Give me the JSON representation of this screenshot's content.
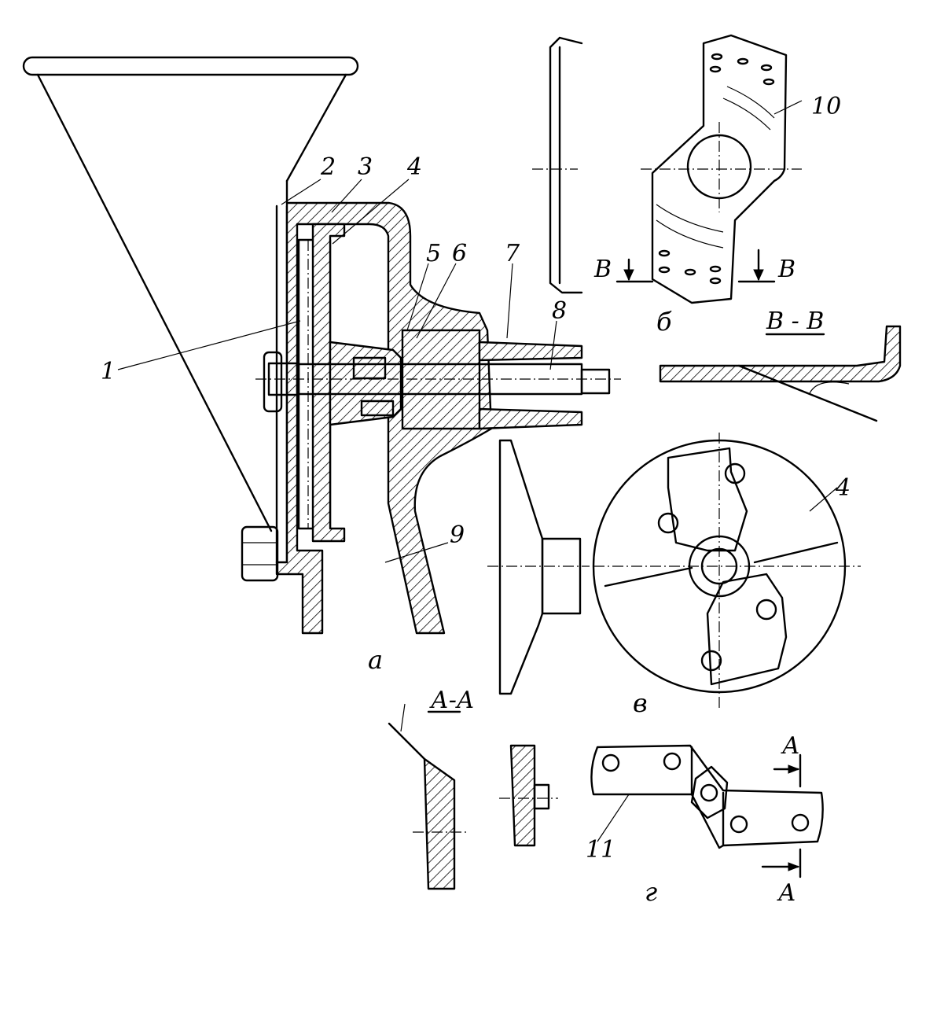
{
  "labels": {
    "n1": "1",
    "n2": "2",
    "n3": "3",
    "n4": "4",
    "n5": "5",
    "n6": "6",
    "n7": "7",
    "n8": "8",
    "n9": "9",
    "n10": "10",
    "n11": "11",
    "n4b": "4"
  },
  "views": {
    "a": "а",
    "b": "б",
    "v": "в",
    "g": "г"
  },
  "sections": {
    "vv": "В - В",
    "v_left": "В",
    "v_right": "В",
    "aa": "А-А",
    "a_top": "А",
    "a_bottom": "А"
  }
}
